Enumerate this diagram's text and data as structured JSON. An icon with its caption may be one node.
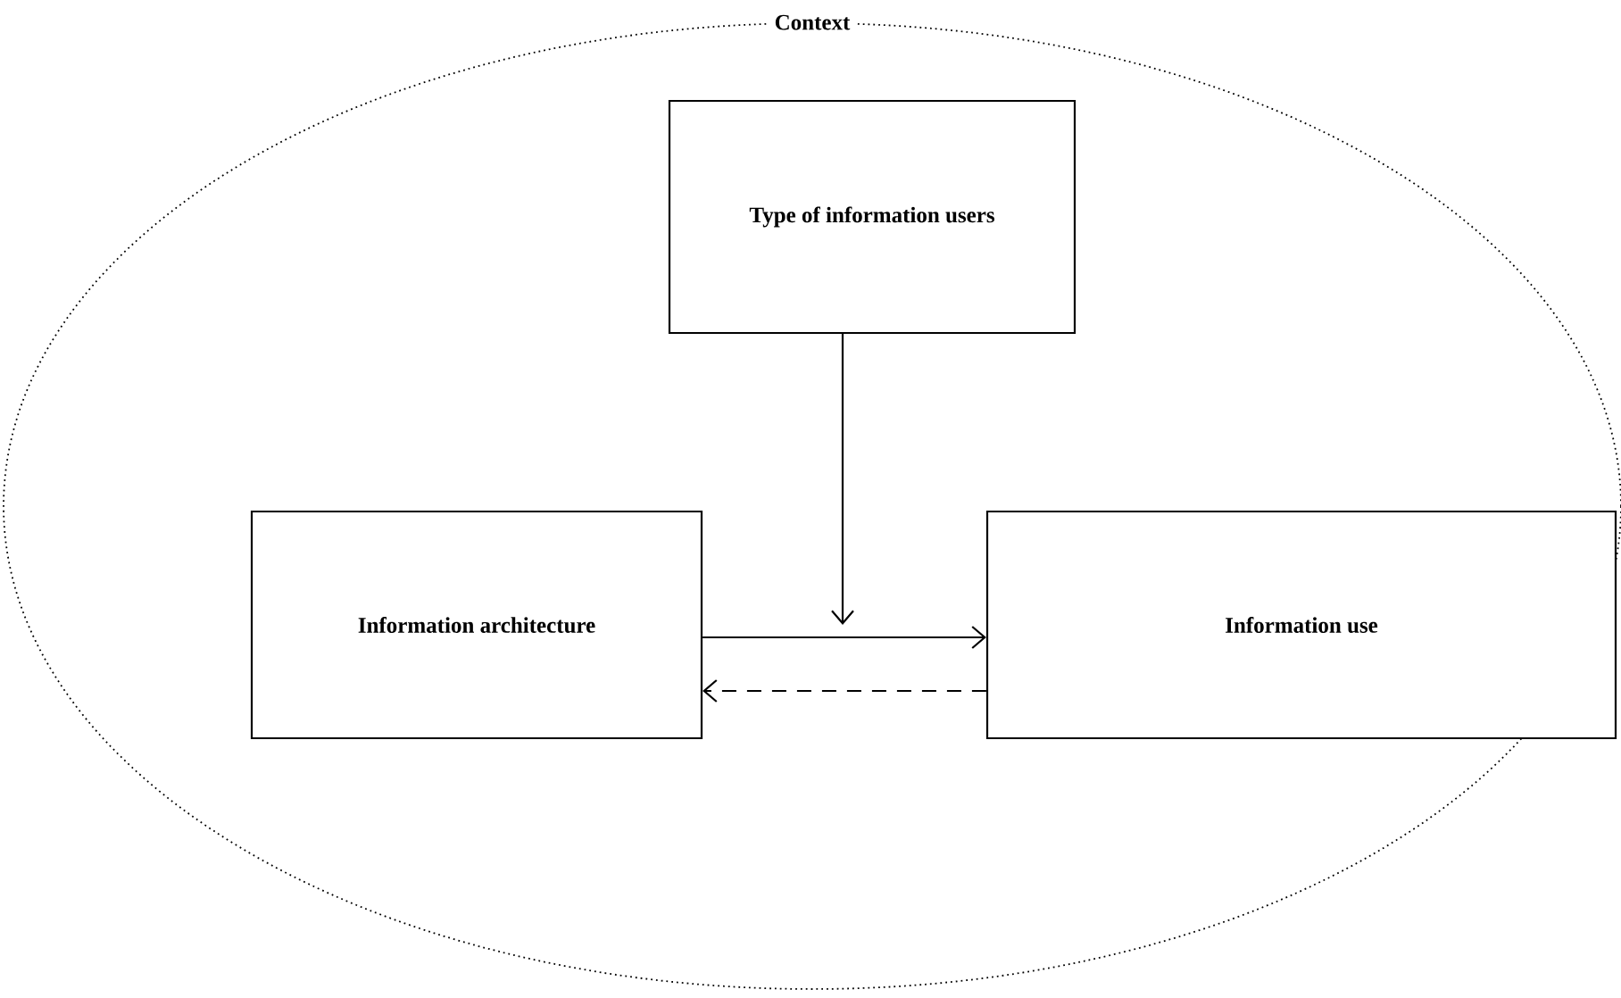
{
  "diagram": {
    "nodes": [
      {
        "text": [
          "Context"
        ]
      },
      {
        "text": [
          "Type of information users"
        ],
        "in": 0
      },
      {
        "text": [
          "Information architecture"
        ],
        "in": 0
      },
      {
        "text": [
          "Information use"
        ],
        "in": 0
      }
    ],
    "edges": [
      {
        "from": 1,
        "to": null,
        "arrow": "to"
      },
      {
        "from": 2,
        "to": 3,
        "arrow": "to"
      },
      {
        "from": 3,
        "to": 2,
        "arrow": "to",
        "style": "dashed"
      }
    ]
  }
}
